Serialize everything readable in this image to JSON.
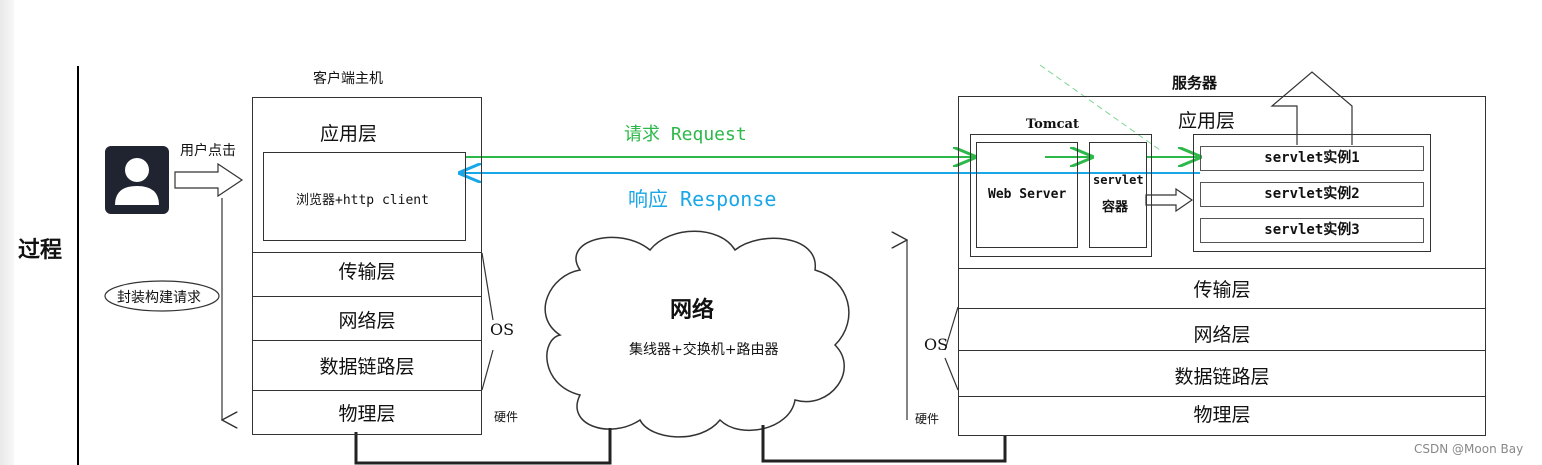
{
  "process_label": "过程",
  "client": {
    "title": "客户端主机",
    "app_layer": "应用层",
    "browser": "浏览器+http client",
    "layers": [
      "传输层",
      "网络层",
      "数据链路层",
      "物理层"
    ],
    "os_label": "OS",
    "hw_label": "硬件",
    "user_click": "用户点击",
    "encapsulate": "封装构建请求"
  },
  "network": {
    "title": "网络",
    "devices": "集线器+交换机+路由器"
  },
  "arrows": {
    "request": "请求 Request",
    "response": "响应 Response",
    "request_color": "#2db84a",
    "response_color": "#1aa7e8"
  },
  "server": {
    "title": "服务器",
    "app_layer": "应用层",
    "tomcat": "Tomcat",
    "web_server": "Web Server",
    "servlet_container_line1": "servlet",
    "servlet_container_line2": "容器",
    "instances": [
      "servlet实例1",
      "servlet实例2",
      "servlet实例3"
    ],
    "layers": [
      "传输层",
      "网络层",
      "数据链路层",
      "物理层"
    ],
    "os_label": "OS",
    "hw_label": "硬件"
  },
  "watermark": "CSDN @Moon Bay"
}
